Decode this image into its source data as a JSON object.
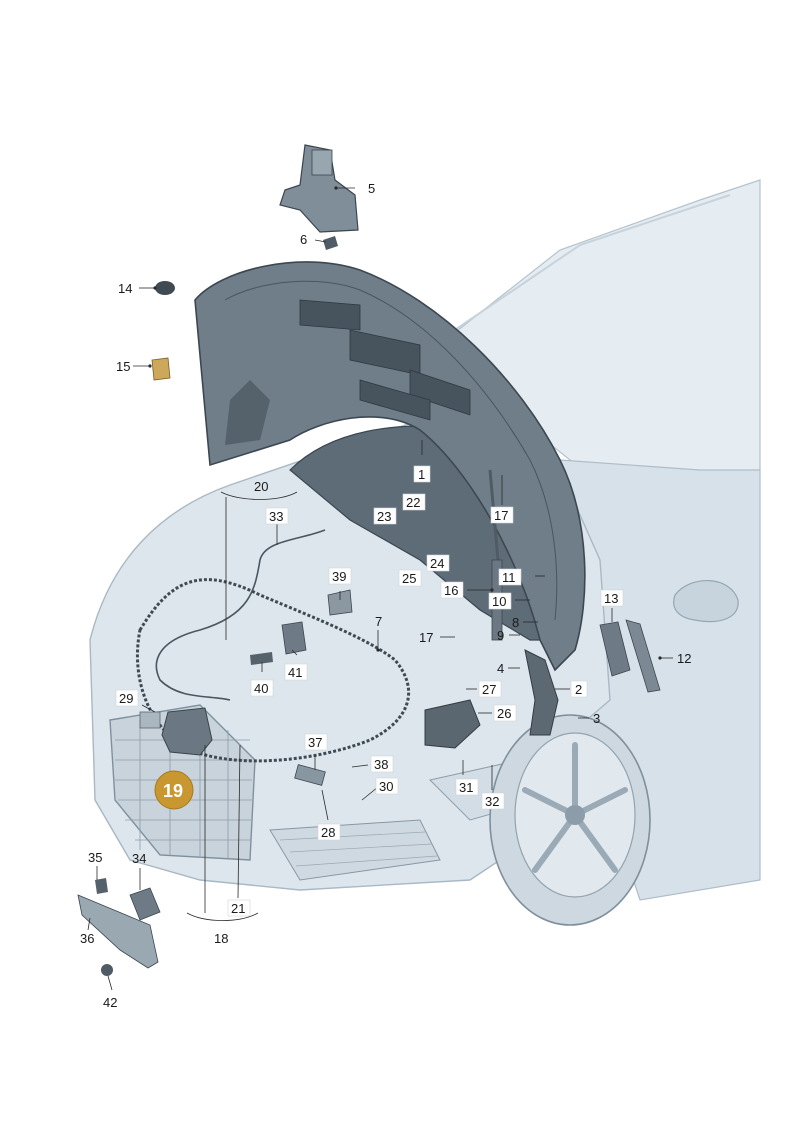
{
  "diagram": {
    "colors": {
      "car_body": "#dbe5ec",
      "car_shade": "#b9c8d3",
      "part_dark": "#5b6a75",
      "part_darker": "#39444d",
      "highlight": "#c8972f",
      "text": "#1a1a1a"
    },
    "labels": {
      "p1": "1",
      "p2": "2",
      "p3": "3",
      "p4": "4",
      "p5": "5",
      "p6": "6",
      "p7": "7",
      "p8": "8",
      "p9": "9",
      "p10": "10",
      "p11": "11",
      "p12": "12",
      "p13": "13",
      "p14": "14",
      "p15": "15",
      "p16": "16",
      "p17a": "17",
      "p17b": "17",
      "p18": "18",
      "p19": "19",
      "p20": "20",
      "p21": "21",
      "p22": "22",
      "p23": "23",
      "p24": "24",
      "p25": "25",
      "p26": "26",
      "p27": "27",
      "p28": "28",
      "p29": "29",
      "p30": "30",
      "p31": "31",
      "p32": "32",
      "p33": "33",
      "p34": "34",
      "p35": "35",
      "p36": "36",
      "p37": "37",
      "p38": "38",
      "p39": "39",
      "p40": "40",
      "p41": "41",
      "p42": "42"
    }
  }
}
